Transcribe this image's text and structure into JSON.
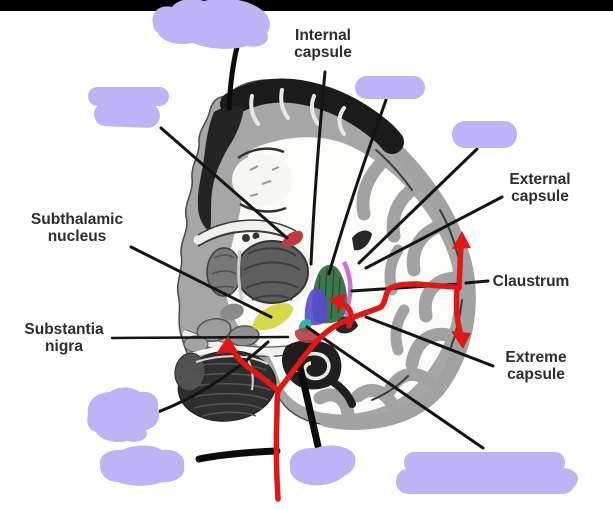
{
  "palette": {
    "background": "#ffffff",
    "top_bar": "#000000",
    "lavender": "#beb3f4",
    "marker_black": "#0b0b0b",
    "leader_line": "#141414",
    "red": "#e01714",
    "label_text": "#2d2d2d",
    "hl_green": "#2f6d3e",
    "hl_blue": "#5a4ad0",
    "hl_magenta": "#c455d6",
    "hl_yellow": "#d4d535",
    "hl_teal": "#2fb3ab",
    "hl_darkred": "#b63b3f",
    "hl_red": "#c4373d"
  },
  "labels": {
    "internal_capsule": {
      "line1": "Internal",
      "line2": "capsule"
    },
    "external_capsule": {
      "line1": "External",
      "line2": "capsule"
    },
    "claustrum": {
      "line1": "Claustrum"
    },
    "extreme_capsule": {
      "line1": "Extreme",
      "line2": "capsule"
    },
    "subthalamic_nucleus": {
      "line1": "Subthalamic",
      "line2": "nucleus"
    },
    "substantia_nigra": {
      "line1": "Substantia",
      "line2": "nigra"
    }
  }
}
